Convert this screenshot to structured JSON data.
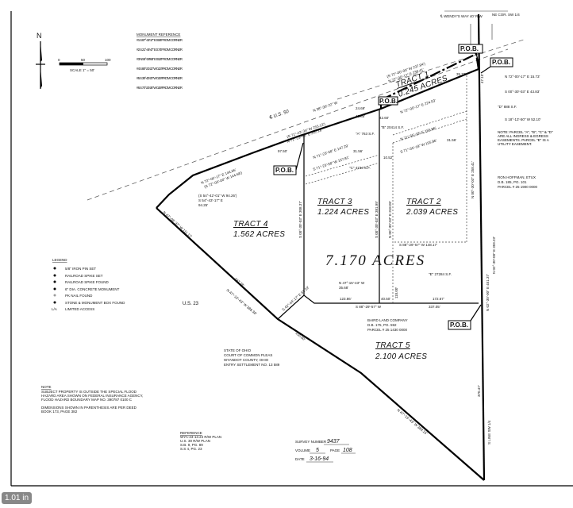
{
  "north_arrow": {
    "label": "N"
  },
  "scale": {
    "ticks": [
      "0",
      "50",
      "100"
    ],
    "label": "SCALE 1\" = 50'"
  },
  "monument_reference": {
    "title": "MONUMENT REFERENCE",
    "items": [
      "#1 S 87°-42'-17\" E 0.58' FROM CORNER",
      "#2 S 21°-44'-47\" E 0.74' FROM CORNER",
      "#3 N 58°-38'-58\" E 0.52' FROM CORNER",
      "#4 S 88°-21'-22\" W 0.23' FROM CORNER",
      "#5 S 38°-42'-20\" W 0.29' FROM CORNER",
      "#6 S 74°-22'-28\" W 0.39' FROM CORNER"
    ]
  },
  "road_labels": {
    "us50": "℄ U.S. 50",
    "us23": "U.S. 23",
    "wendys_way": "℄ WENDY'S WAY 40' R/W",
    "ne_cor": "NE COR. SW 1/4"
  },
  "tracts": [
    {
      "name": "TRACT 1",
      "acres": "0.245 ACRES"
    },
    {
      "name": "TRACT 2",
      "acres": "2.039 ACRES"
    },
    {
      "name": "TRACT 3",
      "acres": "1.224 ACRES"
    },
    {
      "name": "TRACT 4",
      "acres": "1.562 ACRES"
    },
    {
      "name": "TRACT 5",
      "acres": "2.100 ACRES"
    }
  ],
  "total_acres": "7.170 ACRES",
  "pob_label": "P.O.B.",
  "bearings": {
    "b1": "N 72°-00'-17\" E 238.41'",
    "b1p": "(S 72°-00'-00\" W 237.94')",
    "b2": "N 72°-00'-17\" E 224.53'",
    "b3": "N 38°-36'-22\" W",
    "b3d": "43.85'",
    "b4": "24.69'",
    "b5": "N 71°-23'-58\" E 252.18'",
    "b5p": "(S 71°-23'-34\" W 255.13')",
    "b6": "97.50'",
    "b7": "N 72°-00'-17\" E 144.66'",
    "b7p": "(S 72°-00'-00\" W 144.68')",
    "b8": "S 54°-43'-17\" E",
    "b8p": "(S 54°-42'-01\" W 94.26')",
    "b8d": "94.25'",
    "b9": "N 47°-08'-37\" W 111.17'",
    "b10": "N 71°-55'-18\" E 155.86'",
    "b11": "S 71°-55'-18\" W 155.86'",
    "b11b": "31.56'",
    "b12": "N 71°-23'-58\" E 147.29'",
    "b12b": "31.56'",
    "b13": "S 71°-23'-58\" W 157.81'",
    "b13b": "10.52'",
    "b14": "S 88°-29'-57\" W 148.17'",
    "b15": "N 47°-15'-43\" W",
    "b15d": "35.68'",
    "b16": "123.86'",
    "b17": "40.50'",
    "b18": "172.67'",
    "b19": "S 88°-29'-57\" W",
    "b20": "337.05'",
    "b21": "S 42°-44'-17\" E 91.19'",
    "b22": "N 47°-15'-43\" W 388.38'",
    "b23": "237.78'",
    "b24": "150.60'",
    "b25": "N 47°-15'-43\" W 389.15'",
    "b26": "N 02°-30'-00\" E 451.37'",
    "b27": "370.47'",
    "b28": "N 72°-00'-17\" E 15.73'",
    "b29": "S 00°-30'-03\" E 43.83'",
    "b30": "S 18°-13'-50\" W 52.10'",
    "b31": "35.77'",
    "b32": "47.15'",
    "b33": "42.60'",
    "b34": "S 00°-30'-03\" E 308.37'",
    "b35": "S 00°-30'-03\" E 381.99'",
    "b36": "N 00°-30'-03\" E 318.05'",
    "b37": "N 00°-30'-03\" E 258.41'",
    "b38": "110.00'",
    "b39": "N 02°-30'-00\" E 359.23'",
    "b40": "S LINE SW 1/4"
  },
  "areas": {
    "a": "\"A\" 763 S.F.",
    "b": "\"B\" 20414 S.F.",
    "c": "\"C\" 4734 S.F.",
    "d": "\"D\" 888 S.F.",
    "e": "\"E\" 27284 S.F."
  },
  "note_easements": "NOTE: PARCEL \"A\", \"B\", \"C\" & \"D\" ARE ALL INGRESS & EGRESS EASEMENTS. PARCEL \"E\" IS A UTILITY EASEMENT.",
  "owners": {
    "hoffman": [
      "RON HOFFMAN, ETUX",
      "D.B. 185, PG. 101",
      "PARCEL # 25 1900 0000"
    ],
    "baird": [
      "BAIRD LAND COMPANY",
      "D.B. 175, PG. 592",
      "PARCEL # 25 1430 0000"
    ],
    "ohio": [
      "STATE OF OHIO",
      "COURT OF COMMON PLEAS",
      "WYANDOT COUNTY, OHIO",
      "ENTRY SETTLEMENT NO. 13 589"
    ]
  },
  "legend": {
    "title": "LEGEND",
    "items": [
      "5/8\" IRON PIN SET",
      "RAILROAD SPIKE SET",
      "RAILROAD SPIKE FOUND",
      "6\" DIA. CONCRETE MONUMENT",
      "PK NAIL FOUND",
      "STONE & MONUMENT BOX FOUND",
      "LIMITED ACCESS"
    ],
    "abbr": "L/A"
  },
  "note": {
    "title": "NOTE",
    "lines": [
      "SUBJECT PROPERTY IS OUTSIDE THE SPECIAL FLOOD",
      "HAZARD AREA SHOWN ON FEDERAL INSURANCE AGENCY,",
      "FLOOD HAZARD BOUNDARY MAP NO. 390787 0100 C",
      "",
      "DIMENSIONS SHOWN IN PARENTHESIS ARE PER DEED",
      "BOOK 173, PAGE 382"
    ]
  },
  "reference": {
    "title": "REFERENCE",
    "lines": [
      "WYA-23-13.24 R/W PLAN",
      "U.S. 30 R/W PLAN",
      "S.B. 9, PG. 89",
      "S.S 4, PG. 23"
    ]
  },
  "survey": {
    "number_label": "SURVEY NUMBER",
    "number": "9437",
    "volume_label": "VOLUME",
    "volume": "5",
    "page_label": "PAGE",
    "page": "108",
    "date_label": "DATE",
    "date": "3-16-94"
  },
  "badge": "1.01 in"
}
